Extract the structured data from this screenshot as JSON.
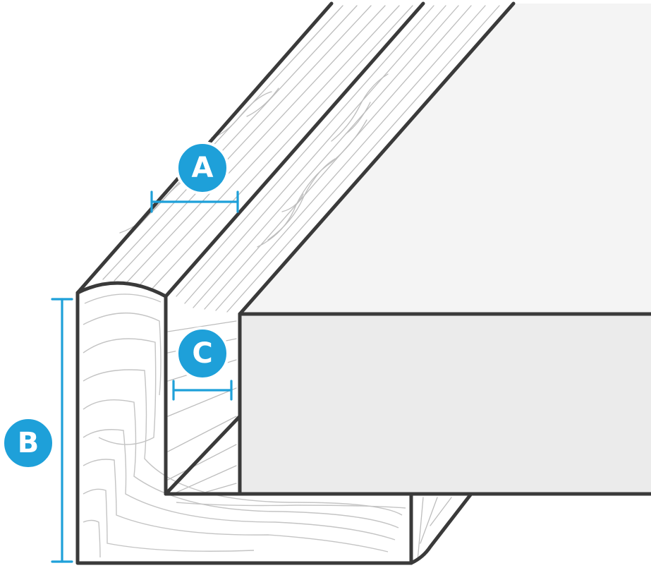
{
  "labels": {
    "a": "A",
    "b": "B",
    "c": "C"
  },
  "colors": {
    "dimension": "#1ea0d9",
    "outline": "#3a3a3a",
    "wood": "#ffffff",
    "grain": "#bdbdbd",
    "panel_top": "#f4f4f4",
    "panel_front": "#ebebeb"
  }
}
